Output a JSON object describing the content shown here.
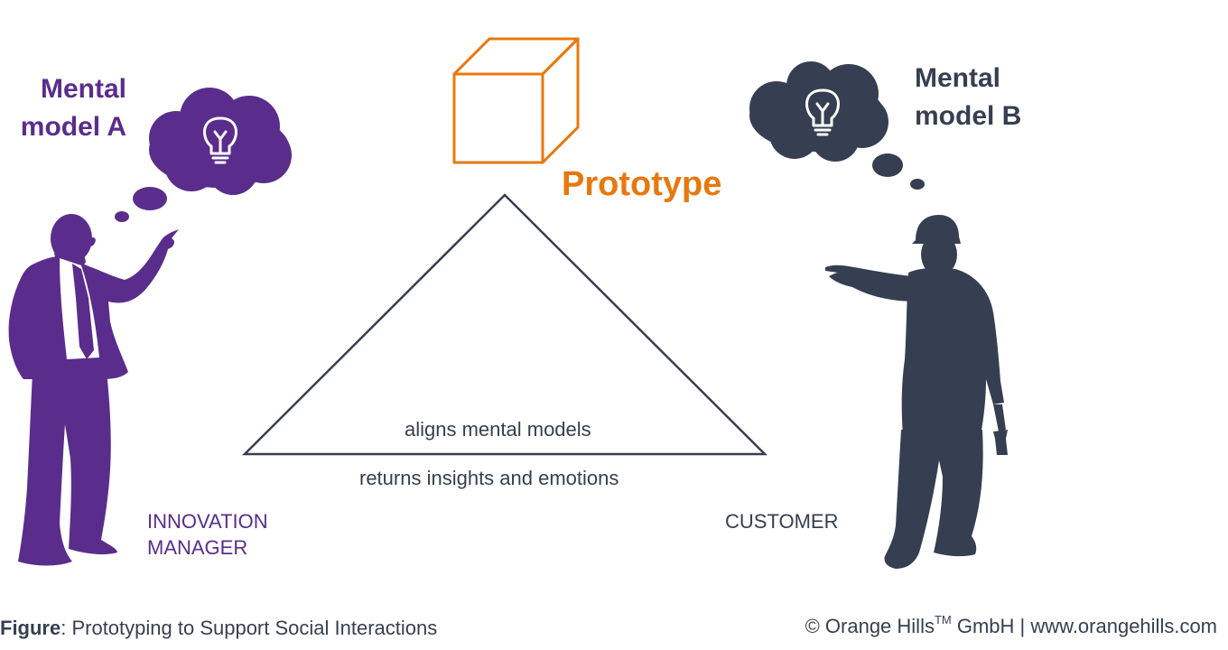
{
  "mental_model_a": {
    "line1": "Mental",
    "line2": "model A"
  },
  "mental_model_b": {
    "line1": "Mental",
    "line2": "model B"
  },
  "prototype_label": "Prototype",
  "triangle": {
    "inner_text": "aligns mental models",
    "outer_text": "returns insights and emotions"
  },
  "roles": {
    "left_line1": "INNOVATION",
    "left_line2": "MANAGER",
    "right": "CUSTOMER"
  },
  "caption": {
    "prefix": "Figure",
    "text": ": Prototyping to Support Social Interactions"
  },
  "credit": {
    "copyright": "© Orange Hills",
    "trademark": "TM",
    "rest": " GmbH | www.orangehills.com"
  },
  "icons": {
    "left_thought": "lightbulb-icon",
    "right_thought": "lightbulb-icon",
    "prototype": "cube-icon"
  },
  "colors": {
    "purple": "#5a2d8c",
    "slate": "#363f51",
    "orange": "#e8780e"
  }
}
